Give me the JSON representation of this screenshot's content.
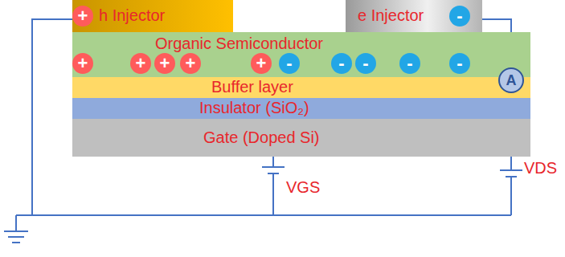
{
  "diagram": {
    "nodes": [
      {
        "text": [
          "h Injector"
        ]
      },
      {
        "text": [
          "e Injector"
        ]
      },
      {
        "text": [
          "Organic Semiconductor"
        ]
      },
      {
        "text": [
          "Buffer layer"
        ]
      },
      {
        "text": [
          "Insulator (SiO₂)"
        ]
      },
      {
        "text": [
          "Gate (Doped Si)"
        ]
      },
      {
        "text": [
          "+"
        ]
      },
      {
        "text": [
          "+"
        ],
        "in": 2
      },
      {
        "text": [
          "+"
        ],
        "in": 2
      },
      {
        "text": [
          "+"
        ],
        "in": 2
      },
      {
        "text": [
          "+"
        ],
        "in": 2
      },
      {
        "text": [
          "+"
        ],
        "in": 2
      },
      {
        "text": [
          "-"
        ]
      },
      {
        "text": [
          "-"
        ],
        "in": 2
      },
      {
        "text": [
          "-"
        ],
        "in": 2
      },
      {
        "text": [
          "-"
        ],
        "in": 2
      },
      {
        "text": [
          "-"
        ],
        "in": 2
      },
      {
        "text": [
          "-"
        ],
        "in": 2
      },
      {
        "text": [
          "A"
        ]
      }
    ],
    "edges": [
      {
        "from": 6,
        "to": 7,
        "arrow": "to"
      },
      {
        "from": 7,
        "to": 8,
        "arrow": "to"
      },
      {
        "from": 10,
        "to": 11,
        "arrow": "to"
      },
      {
        "from": 12,
        "to": 17,
        "arrow": "to"
      },
      {
        "from": 17,
        "to": 16,
        "arrow": "to"
      },
      {
        "from": 16,
        "to": 15,
        "arrow": "to"
      },
      {
        "from": 14,
        "to": 13,
        "arrow": "to"
      }
    ],
    "labels": [
      "VDS",
      "VGS"
    ]
  }
}
